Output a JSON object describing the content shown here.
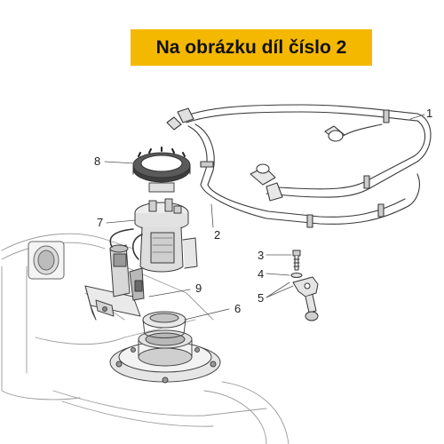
{
  "banner": {
    "text": "Na obrázku díl číslo 2",
    "color": "#f5b800"
  },
  "callouts": {
    "c1": "1",
    "c2": "2",
    "c3": "3",
    "c4": "4",
    "c5": "5",
    "c6": "6",
    "c7": "7",
    "c8": "8",
    "c9": "9"
  }
}
